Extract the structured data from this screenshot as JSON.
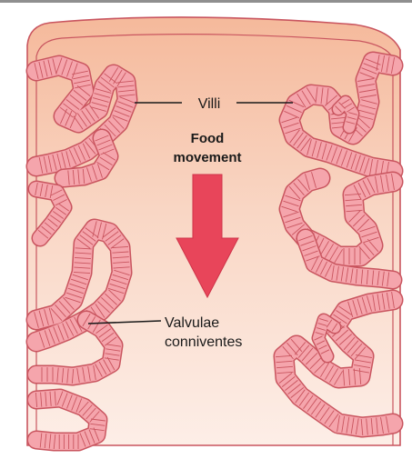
{
  "diagram": {
    "labels": {
      "villi": "Villi",
      "food_movement_line1": "Food",
      "food_movement_line2": "movement",
      "valvulae_line1": "Valvulae",
      "valvulae_line2": "conniventes"
    },
    "colors": {
      "outline": "#c9555f",
      "fold_fill": "#f5a5ac",
      "lumen_top": "#f7c1a6",
      "lumen_bottom": "#fdeee6",
      "arrow": "#e8455a",
      "leader": "#1a1a1a"
    }
  }
}
